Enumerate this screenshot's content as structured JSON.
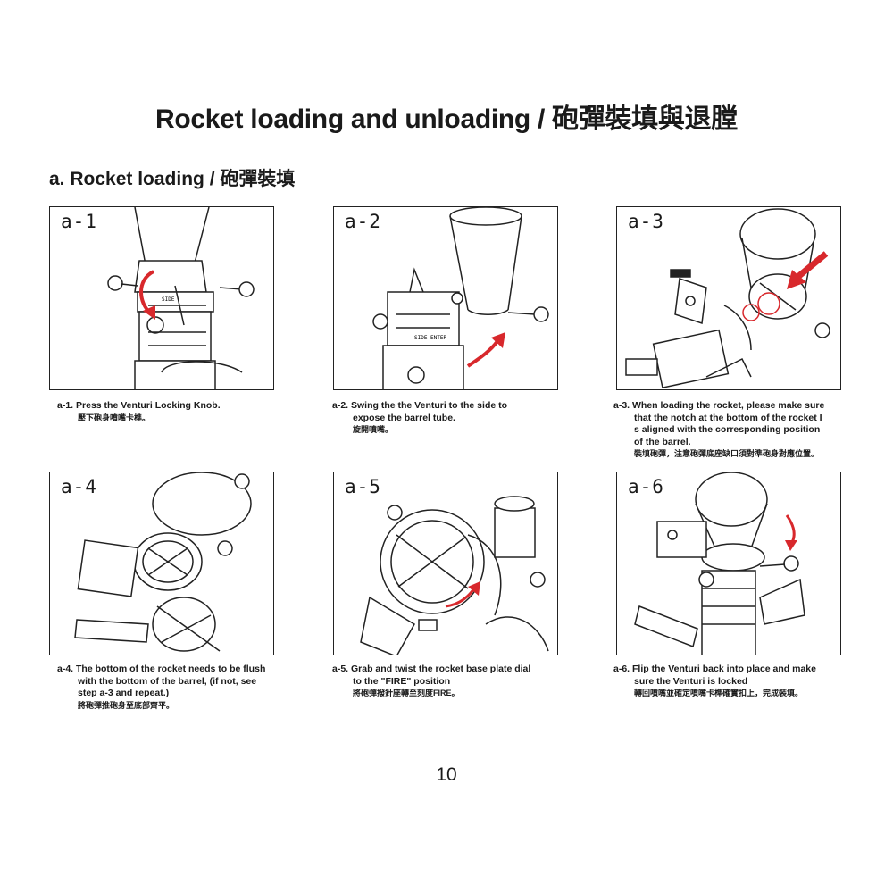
{
  "title": "Rocket loading and unloading / 砲彈裝填與退膛",
  "section": "a. Rocket loading / 砲彈裝填",
  "steps": [
    {
      "label": "a-1",
      "caption_en": [
        "a-1. Press the Venturi Locking Knob."
      ],
      "caption_zh": "壓下砲身噴嘴卡榫。",
      "parts": [
        "SIDE"
      ]
    },
    {
      "label": "a-2",
      "caption_en": [
        "a-2. Swing the the Venturi to the side to",
        "expose the barrel tube."
      ],
      "caption_zh": "旋開噴嘴。",
      "parts": [
        "SIDE ENTER"
      ]
    },
    {
      "label": "a-3",
      "caption_en": [
        "a-3. When loading the rocket, please make sure",
        "that the notch at the bottom of the rocket I",
        "s aligned with the corresponding position",
        "of the barrel."
      ],
      "caption_zh": "裝填砲彈，注意砲彈底座缺口須對準砲身對應位置。",
      "parts": []
    },
    {
      "label": "a-4",
      "caption_en": [
        "a-4. The bottom of the rocket needs to be flush",
        "with the bottom of the barrel, (if not, see",
        "step a-3 and repeat.)"
      ],
      "caption_zh": "將砲彈推砲身至底部齊平。",
      "parts": []
    },
    {
      "label": "a-5",
      "caption_en": [
        "a-5. Grab and twist the rocket base plate dial",
        "to the \"FIRE\" position"
      ],
      "caption_zh": "將砲彈撥針座轉至刻度FIRE。",
      "parts": []
    },
    {
      "label": "a-6",
      "caption_en": [
        "a-6. Flip the Venturi back into place and make",
        "sure the Venturi is locked"
      ],
      "caption_zh": "轉回噴嘴並確定噴嘴卡榫確實扣上，完成裝填。",
      "parts": []
    }
  ],
  "page_number": "10",
  "colors": {
    "accent": "#d8282c",
    "line": "#222222"
  }
}
